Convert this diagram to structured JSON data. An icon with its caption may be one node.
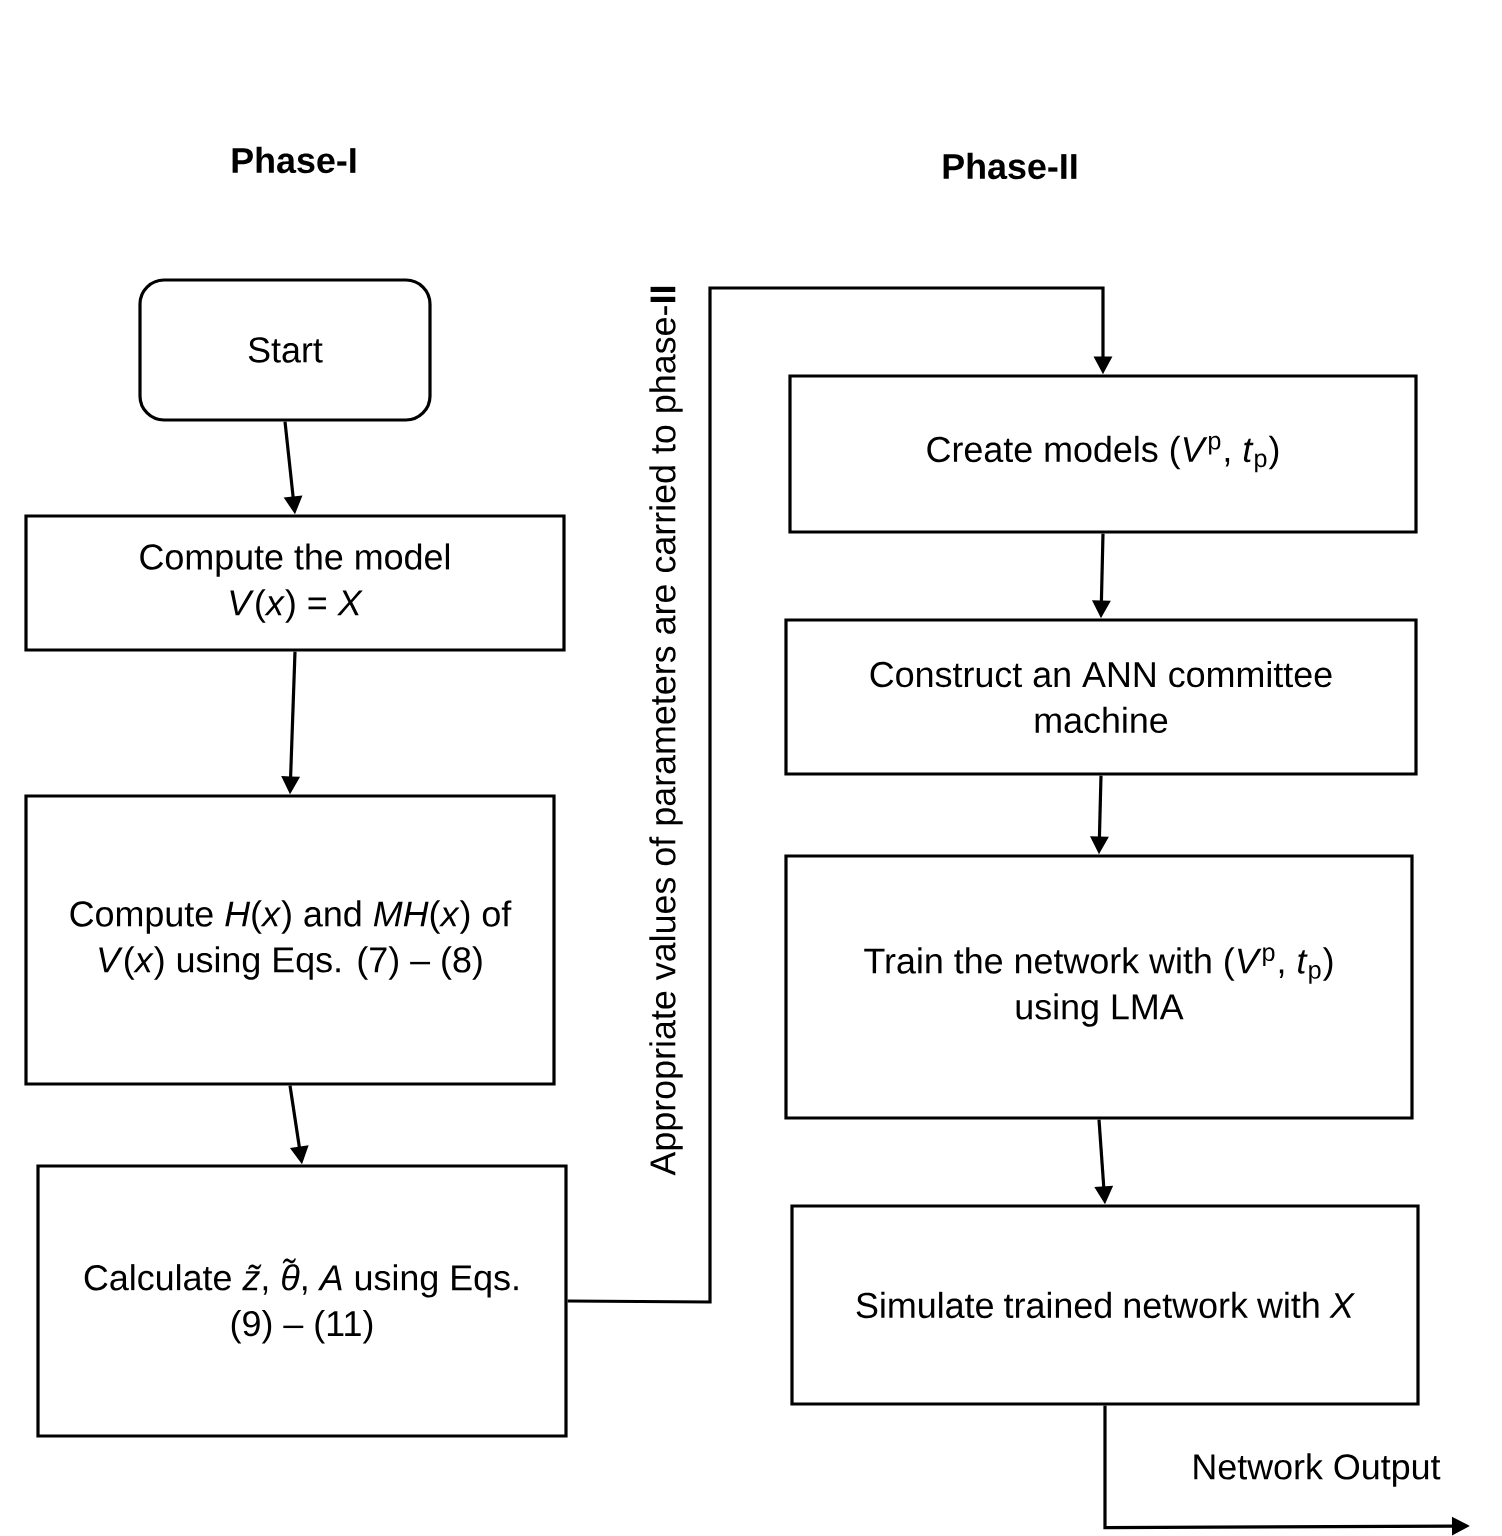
{
  "diagram": {
    "nodes": [
      {
        "text": [
          "Start"
        ]
      },
      {
        "text": [
          "Compute the model *V*(*x*) = *X*"
        ]
      },
      {
        "text": [
          "Compute *H*(*x*) and *MH*(*x*) of *V*(*x*) using Eqs. (7) – (8)"
        ]
      },
      {
        "text": [
          "Calculate *z̃*, *θ̃*, *A* using Eqs. (9) – (11)"
        ]
      },
      {
        "text": [
          "Create models (*V*$^{p}$, *t*$_{p}$)"
        ]
      },
      {
        "text": [
          "Construct an ANN committee machine"
        ]
      },
      {
        "text": [
          "Train the network with (*V*$^{p}$, *t*$_{p}$) using LMA"
        ]
      },
      {
        "text": [
          "Simulate trained network with *X*"
        ]
      }
    ],
    "edges": [
      {
        "from": 0,
        "to": 1,
        "arrow": "to"
      },
      {
        "from": 1,
        "to": 2,
        "arrow": "to"
      },
      {
        "from": 2,
        "to": 3,
        "arrow": "to"
      },
      {
        "from": 3,
        "to": 4,
        "arrow": "to",
        "label": "Appropriate values of parameters are carried to phase-**II**"
      },
      {
        "from": 4,
        "to": 5,
        "arrow": "to"
      },
      {
        "from": 5,
        "to": 6,
        "arrow": "to"
      },
      {
        "from": 6,
        "to": 7,
        "arrow": "to"
      },
      {
        "from": 7,
        "to": null,
        "arrow": "to",
        "label": "Network Output"
      }
    ],
    "labels": [
      "Phase-I",
      "Phase-II"
    ]
  }
}
